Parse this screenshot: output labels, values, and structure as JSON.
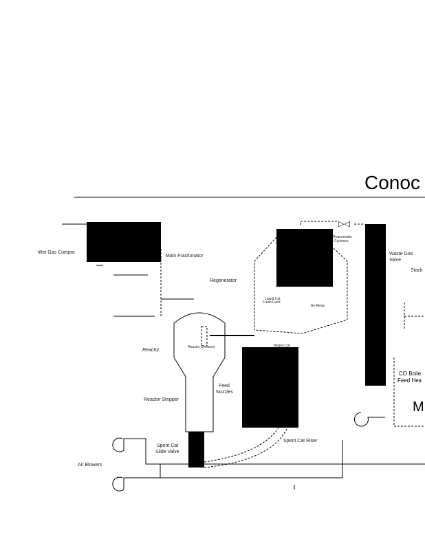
{
  "header": {
    "brand": "Conoc"
  },
  "labels": {
    "wet_gas": "Wet Gas Compre",
    "main_fractionator": "Main Fractionator",
    "regenerator": "Regenerator",
    "reactor": "Reactor",
    "reactor_cyclones": "Reactor Cyclones",
    "regen_cyclones_1": "Regenerator",
    "regen_cyclones_2": "Cyclones",
    "liquid_cat_1": "Liquid Cat",
    "liquid_cat_2": "Fresh Feed",
    "air_rings": "Air Rings",
    "regen_cat": "Regen Cat",
    "feed_1": "Feed",
    "feed_2": "Nozzles",
    "reactor_stripper": "Reactor Stripper",
    "spent_cat_1": "Spent Cat",
    "spent_cat_2": "Slide Valve",
    "air_blowers": "Air Blowers",
    "cat_riser": "Spent Cat Riser",
    "waste_1": "Waste Gas",
    "waste_2": "Valve",
    "stack": "Stack",
    "co_boiler_1": "CO Boile",
    "co_boiler_2": "Feed Hea"
  }
}
